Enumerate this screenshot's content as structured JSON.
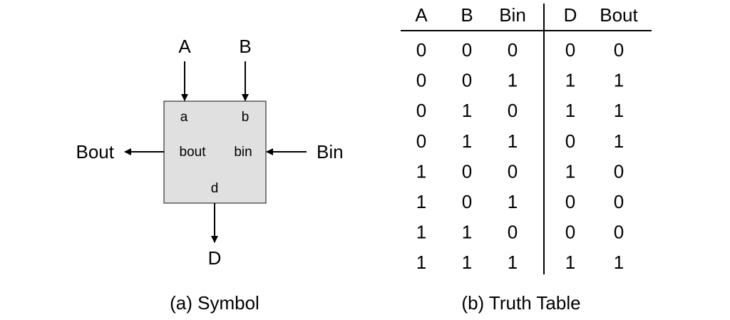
{
  "symbol": {
    "inputs": {
      "a": "A",
      "b": "B",
      "bin": "Bin"
    },
    "outputs": {
      "d": "D",
      "bout": "Bout"
    },
    "ports": {
      "a": "a",
      "b": "b",
      "bout": "bout",
      "bin": "bin",
      "d": "d"
    },
    "box_fill": "#e0e0e0",
    "caption": "(a) Symbol"
  },
  "truth_table": {
    "headers": [
      "A",
      "B",
      "Bin",
      "D",
      "Bout"
    ],
    "rows": [
      [
        "0",
        "0",
        "0",
        "0",
        "0"
      ],
      [
        "0",
        "0",
        "1",
        "1",
        "1"
      ],
      [
        "0",
        "1",
        "0",
        "1",
        "1"
      ],
      [
        "0",
        "1",
        "1",
        "0",
        "1"
      ],
      [
        "1",
        "0",
        "0",
        "1",
        "0"
      ],
      [
        "1",
        "0",
        "1",
        "0",
        "0"
      ],
      [
        "1",
        "1",
        "0",
        "0",
        "0"
      ],
      [
        "1",
        "1",
        "1",
        "1",
        "1"
      ]
    ],
    "caption": "(b) Truth Table"
  }
}
